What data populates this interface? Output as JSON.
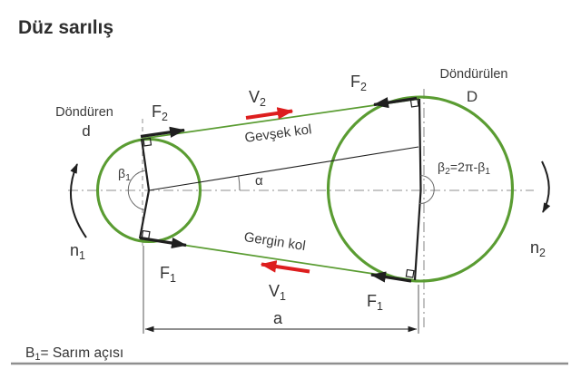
{
  "title": "Düz sarılış",
  "colors": {
    "belt_green": "#5a9c32",
    "arrow_red": "#dd1e1e",
    "line_black": "#1f1f1f",
    "dash_gray": "#8f8f8f",
    "text_gray": "#3a3a3a"
  },
  "labels": {
    "driver": {
      "name": "Döndüren",
      "symbol": "d"
    },
    "driven": {
      "name": "Döndürülen",
      "symbol": "D"
    },
    "f2_left": {
      "base": "F",
      "sub": "2"
    },
    "f2_right": {
      "base": "F",
      "sub": "2"
    },
    "f1_left": {
      "base": "F",
      "sub": "1"
    },
    "f1_right": {
      "base": "F",
      "sub": "1"
    },
    "v2": {
      "base": "V",
      "sub": "2"
    },
    "v1": {
      "base": "V",
      "sub": "1"
    },
    "n1": {
      "base": "n",
      "sub": "1"
    },
    "n2": {
      "base": "n",
      "sub": "2"
    },
    "beta1": {
      "base": "β",
      "sub": "1"
    },
    "beta2": {
      "base": "β",
      "sub": "2",
      "rest": "=2π-β",
      "rest_sub": "1"
    },
    "alpha": "α",
    "slack_side": "Gevşek kol",
    "tight_side": "Gergin kol",
    "center_distance": "a",
    "footnote": {
      "base": "B",
      "sub": "1",
      "rest": "= Sarım açısı"
    }
  }
}
